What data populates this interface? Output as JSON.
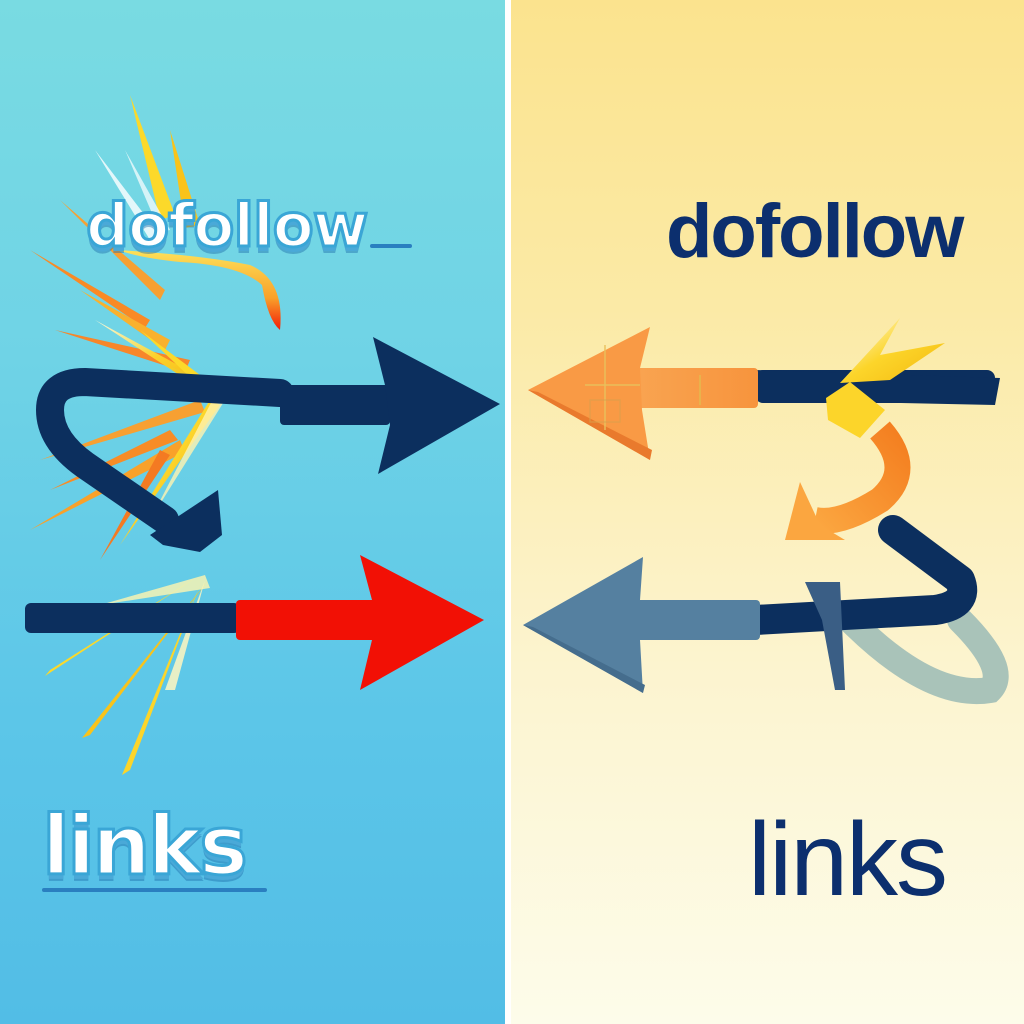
{
  "left_panel": {
    "title": "dofollow",
    "subtitle": "links",
    "background_top": "#79dbe2",
    "background_bottom": "#52bde6",
    "arrows": [
      {
        "name": "curved-navy-arrow",
        "direction": "right",
        "color": "#0c2f5e"
      },
      {
        "name": "navy-red-arrow",
        "direction": "right",
        "shaft_color": "#0c2f5e",
        "head_color": "#f21005"
      }
    ]
  },
  "right_panel": {
    "title": "dofollow",
    "subtitle": "links",
    "background_top": "#fbe38e",
    "background_bottom": "#fdfcea",
    "arrows": [
      {
        "name": "orange-arrow",
        "direction": "left",
        "shaft_color": "#0c2f5e",
        "head_color": "#f7a04a"
      },
      {
        "name": "curved-orange-arrow",
        "direction": "down-left",
        "color": "#f7931e"
      },
      {
        "name": "steel-blue-arrow",
        "direction": "left",
        "shaft_color": "#0c2f5e",
        "head_color": "#5580a0"
      }
    ]
  },
  "colors": {
    "navy": "#0c2f5e",
    "red": "#f21005",
    "orange": "#f7931e",
    "yellow": "#fcd92a",
    "steel_blue": "#5580a0",
    "sage": "#a9c3b9",
    "text_navy": "#0c2f6e"
  }
}
